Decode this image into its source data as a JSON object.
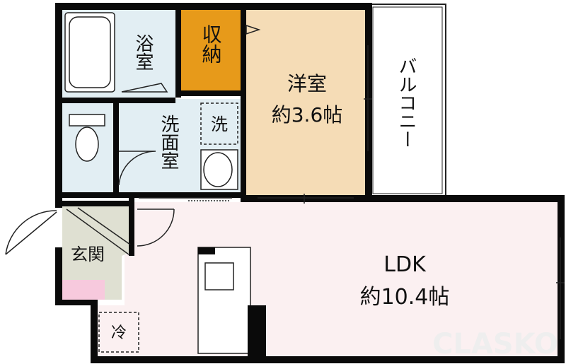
{
  "rooms": {
    "bath": {
      "name": "浴室"
    },
    "storage": {
      "name": "収納"
    },
    "western": {
      "name": "洋室",
      "area": "約3.6帖"
    },
    "balcony": {
      "name": "バルコニー"
    },
    "washroom": {
      "name": "洗面室"
    },
    "entrance": {
      "name": "玄関"
    },
    "ldk": {
      "name": "LDK",
      "area": "約10.4帖"
    }
  },
  "fixtures": {
    "washer": "洗",
    "fridge": "冷"
  },
  "watermark": "CLASKO",
  "colors": {
    "wall": "#0a0a0a",
    "bath_floor": "#e2eef3",
    "storage_floor": "#e79a1a",
    "western_floor": "#f5dcb6",
    "ldk_floor": "#fbf0f1",
    "entrance_floor": "#dfe0d2",
    "shoe_cabinet": "#f7c9dd",
    "balcony_floor": "#ffffff",
    "fixture_fill": "#ffffff"
  }
}
